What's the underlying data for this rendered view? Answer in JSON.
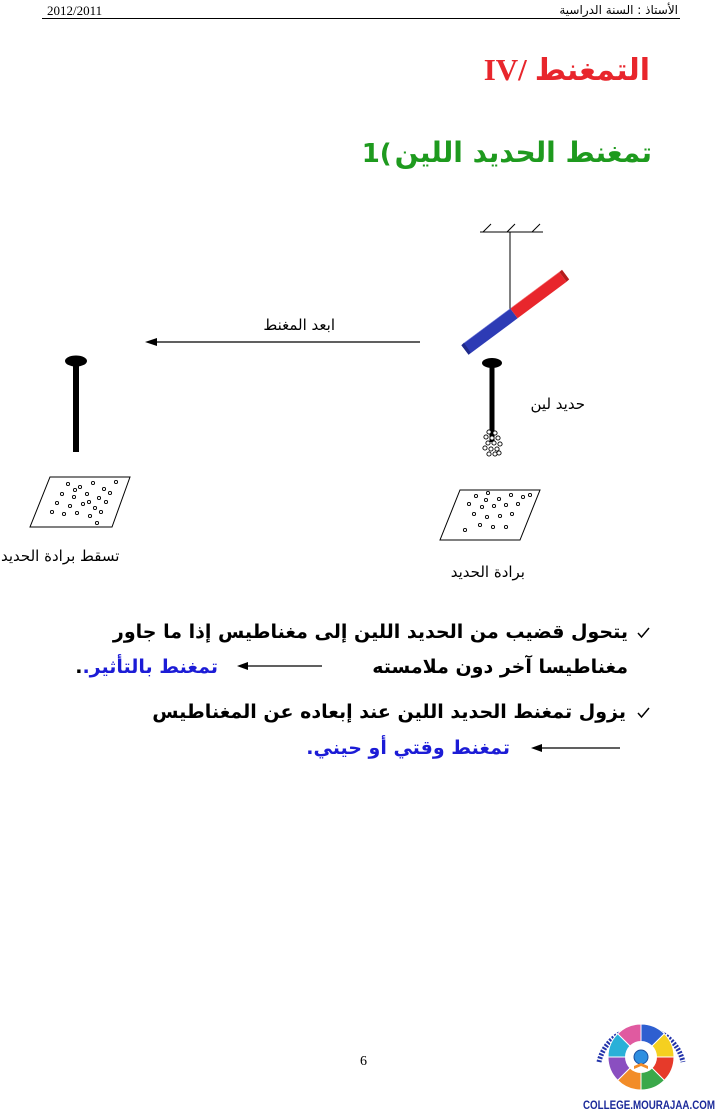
{
  "header": {
    "school_year": "2012/2011",
    "teacher_label": "الأستاذ : السنة الدراسية"
  },
  "title": {
    "number": "IV/",
    "text": "التمغنط",
    "color": "#e8262c"
  },
  "subtitle": {
    "number": "1(",
    "text": "تمغنط الحديد اللين",
    "color": "#1e9a1e"
  },
  "diagram": {
    "remove_magnet_label": "ابعد المغنط",
    "soft_iron_label": "حديد لين",
    "iron_filings_label": "برادة الحديد",
    "filings_fall_label": "تسقط برادة الحديد",
    "magnet_colors": {
      "north": "#e8262c",
      "south": "#2d3bb5"
    },
    "icons": [
      "bar-magnet",
      "iron-nail",
      "iron-filings",
      "arrow-left"
    ]
  },
  "statements": [
    {
      "icon": "check-icon",
      "line1": "يتحول قضيب من الحديد اللين إلى مغناطيس إذا ما جاور",
      "line2": "مغناطيسا آخر دون ملامسته",
      "result": "تمغنط بالتأثير.",
      "result_end": ".",
      "result_color": "#1c1cd6"
    },
    {
      "icon": "check-icon",
      "line1": "يزول تمغنط الحديد اللين عند إبعاده عن المغناطيس",
      "result": "تمغنط وقتي أو حيني.",
      "result_color": "#1c1cd6"
    }
  ],
  "footer": {
    "page_number": "6",
    "site": "COLLEGE.MOURAJAA.COM",
    "site_color": "#1b2a9a",
    "logo_colors": [
      "#2e5fd0",
      "#f5d020",
      "#e63a2a",
      "#3aa84a",
      "#f28c28",
      "#8a4fc0",
      "#2ab0d8",
      "#e05aa0"
    ]
  }
}
